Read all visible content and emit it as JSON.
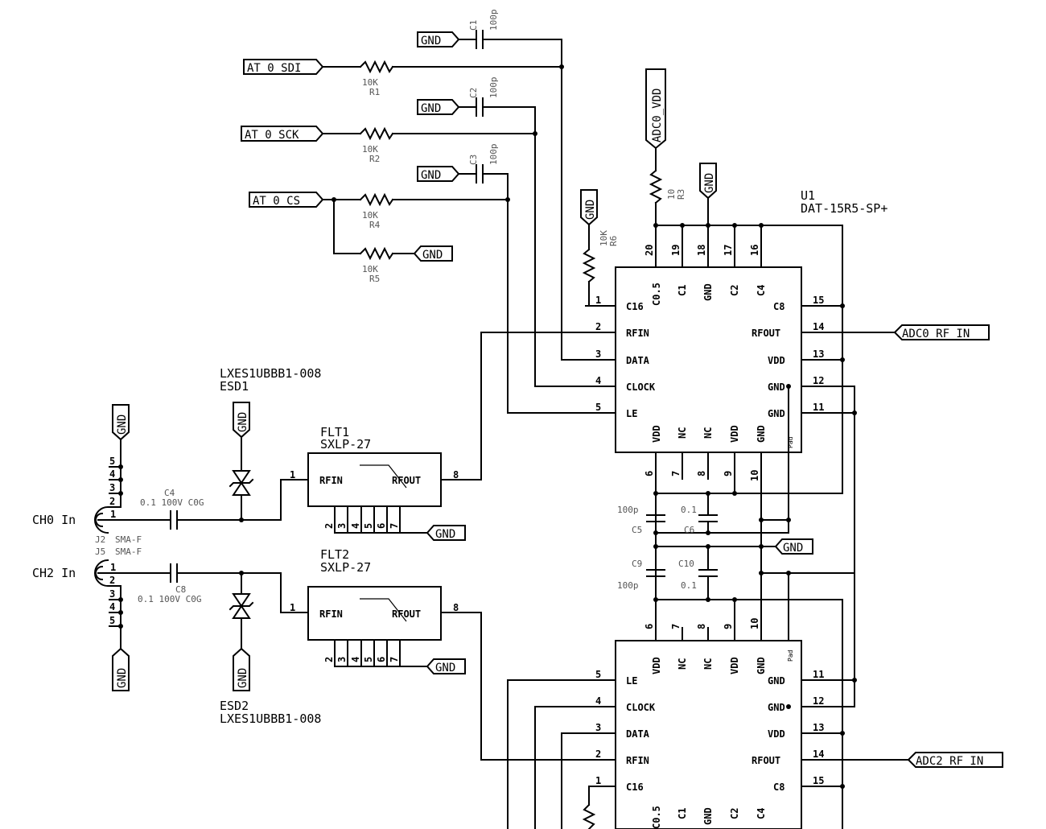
{
  "nets": {
    "gnd": "GND",
    "at_sdi": "AT_0_SDI",
    "at_sck": "AT_0_SCK",
    "at_cs": "AT_0_CS",
    "adc0_vdd": "ADC0_VDD",
    "adc0_rf_in": "ADC0_RF_IN",
    "adc2_rf_in": "ADC2_RF_IN",
    "ch0_in": "CH0 In",
    "ch2_in": "CH2 In"
  },
  "parts": {
    "c1": {
      "ref": "C1",
      "value": "100p"
    },
    "c2": {
      "ref": "C2",
      "value": "100p"
    },
    "c3": {
      "ref": "C3",
      "value": "100p"
    },
    "c4": {
      "ref": "C4",
      "value": "0.1 100V C0G"
    },
    "c5": {
      "ref": "C5",
      "value": "100p"
    },
    "c6": {
      "ref": "C6",
      "value": "0.1"
    },
    "c8": {
      "ref": "C8",
      "value": "0.1 100V C0G"
    },
    "c9": {
      "ref": "C9",
      "value": "100p"
    },
    "c10": {
      "ref": "C10",
      "value": "0.1"
    },
    "r1": {
      "ref": "R1",
      "value": "10K"
    },
    "r2": {
      "ref": "R2",
      "value": "10K"
    },
    "r3": {
      "ref": "R3",
      "value": "10"
    },
    "r4": {
      "ref": "R4",
      "value": "10K"
    },
    "r5": {
      "ref": "R5",
      "value": "10K"
    },
    "r6": {
      "ref": "R6",
      "value": "10K"
    },
    "u1": {
      "ref": "U1",
      "value": "DAT-15R5-SP+"
    },
    "flt1": {
      "ref": "FLT1",
      "value": "SXLP-27"
    },
    "flt2": {
      "ref": "FLT2",
      "value": "SXLP-27"
    },
    "esd1": {
      "ref": "ESD1",
      "value": "LXES1UBBB1-008"
    },
    "esd2": {
      "ref": "ESD2",
      "value": "LXES1UBBB1-008"
    },
    "j2": {
      "ref": "J2",
      "value": "SMA-F"
    },
    "j5": {
      "ref": "J5",
      "value": "SMA-F"
    }
  },
  "filter_pins": {
    "rfin": "RFIN",
    "rfout": "RFOUT",
    "p1": "1",
    "p8": "8",
    "p2": "2",
    "p3": "3",
    "p4": "4",
    "p5": "5",
    "p6": "6",
    "p7": "7"
  },
  "connector_pins": {
    "p1": "1",
    "p2": "2",
    "p3": "3",
    "p4": "4",
    "p5": "5"
  },
  "atten_pins": {
    "right": [
      {
        "num": "15",
        "name": "C8"
      },
      {
        "num": "14",
        "name": "RFOUT"
      },
      {
        "num": "13",
        "name": "VDD"
      },
      {
        "num": "12",
        "name": "GND"
      },
      {
        "num": "11",
        "name": "GND"
      }
    ],
    "left": [
      {
        "num": "1",
        "name": "C16"
      },
      {
        "num": "2",
        "name": "RFIN"
      },
      {
        "num": "3",
        "name": "DATA"
      },
      {
        "num": "4",
        "name": "CLOCK"
      },
      {
        "num": "5",
        "name": "LE"
      }
    ],
    "top": [
      {
        "num": "20",
        "name": "C0.5"
      },
      {
        "num": "19",
        "name": "C1"
      },
      {
        "num": "18",
        "name": "GND"
      },
      {
        "num": "17",
        "name": "C2"
      },
      {
        "num": "16",
        "name": "C4"
      }
    ],
    "bottom": [
      {
        "num": "6",
        "name": "VDD"
      },
      {
        "num": "7",
        "name": "NC"
      },
      {
        "num": "8",
        "name": "NC"
      },
      {
        "num": "9",
        "name": "VDD"
      },
      {
        "num": "10",
        "name": "GND"
      }
    ],
    "pad": "Pad"
  }
}
